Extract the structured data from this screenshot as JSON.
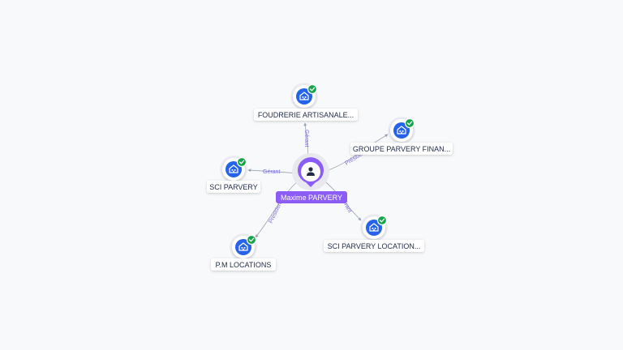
{
  "graph": {
    "center": {
      "label": "Maxime PARVERY",
      "icon": "person-icon",
      "color": "#8b5cf6"
    },
    "company_icon": "building-icon",
    "status_icon": "check-badge-icon",
    "colors": {
      "company": "#2563eb",
      "check": "#16a34a",
      "edge": "#9aa3b5",
      "edge_label": "#7b6fd6"
    },
    "nodes": [
      {
        "id": "foudrerie",
        "label": "FOUDRERIE ARTISANALE...",
        "edge_label": "Gérant"
      },
      {
        "id": "groupe",
        "label": "GROUPE PARVERY FINAN...",
        "edge_label": "Président"
      },
      {
        "id": "sci-parvery",
        "label": "SCI PARVERY",
        "edge_label": "Gérant"
      },
      {
        "id": "sci-locations",
        "label": "SCI PARVERY LOCATION...",
        "edge_label": "Gérant"
      },
      {
        "id": "pm-locations",
        "label": "P.M LOCATIONS",
        "edge_label": "Président"
      }
    ]
  }
}
